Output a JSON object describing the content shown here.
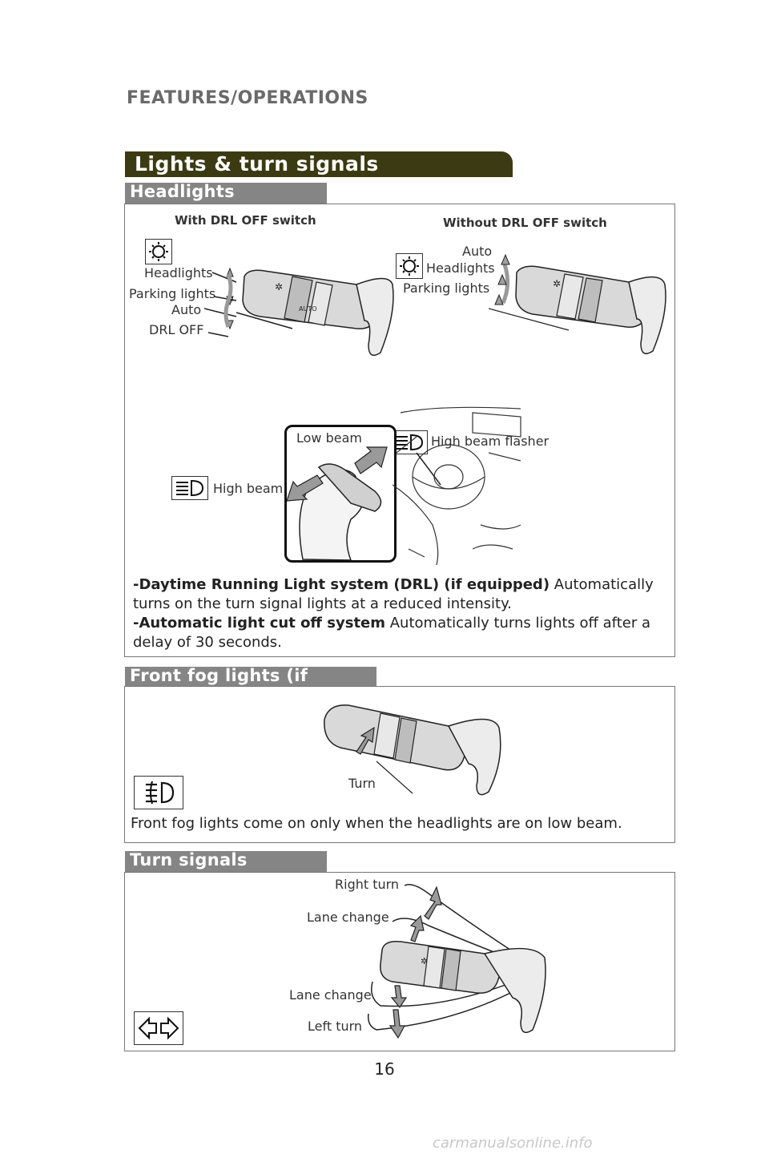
{
  "page": {
    "section_header": "FEATURES/OPERATIONS",
    "page_number": "16",
    "watermark": "carmanualsonline.info"
  },
  "main": {
    "title": "Lights & turn signals"
  },
  "headlights": {
    "heading": "Headlights",
    "with_drl_title": "With DRL OFF switch",
    "without_drl_title": "Without DRL OFF switch",
    "with_drl_labels": {
      "headlights": "Headlights",
      "parking_lights": "Parking lights",
      "auto": "Auto",
      "drl_off": "DRL OFF"
    },
    "without_drl_labels": {
      "auto": "Auto",
      "headlights": "Headlights",
      "parking_lights": "Parking lights"
    },
    "beam_labels": {
      "low_beam": "Low beam",
      "high_beam": "High beam",
      "high_beam_flasher": "High beam flasher"
    },
    "drl_term": "-Daytime Running Light system (DRL) (if equipped)",
    "drl_desc": " Automatically turns on the turn signal lights at a reduced intensity.",
    "cutoff_term": "-Automatic light cut off system",
    "cutoff_desc": " Automatically turns lights off after a delay of 30 seconds.",
    "icons": [
      "headlight-switch-icon",
      "high-beam-icon"
    ]
  },
  "fog": {
    "heading": "Front fog lights (if equipped)",
    "turn_label": "Turn",
    "description": "Front fog lights come on only when the headlights are on low beam.",
    "icons": [
      "front-fog-icon"
    ]
  },
  "turn_signals": {
    "heading": "Turn signals",
    "right_turn": "Right turn",
    "lane_change_up": "Lane change",
    "lane_change_down": "Lane change",
    "left_turn": "Left turn",
    "icons": [
      "turn-signal-arrows-icon"
    ]
  },
  "colors": {
    "title_bar": "#3b3a12",
    "sub_bar": "#858585",
    "box_border": "#777777",
    "arrow_gray": "#9a9a9a"
  }
}
